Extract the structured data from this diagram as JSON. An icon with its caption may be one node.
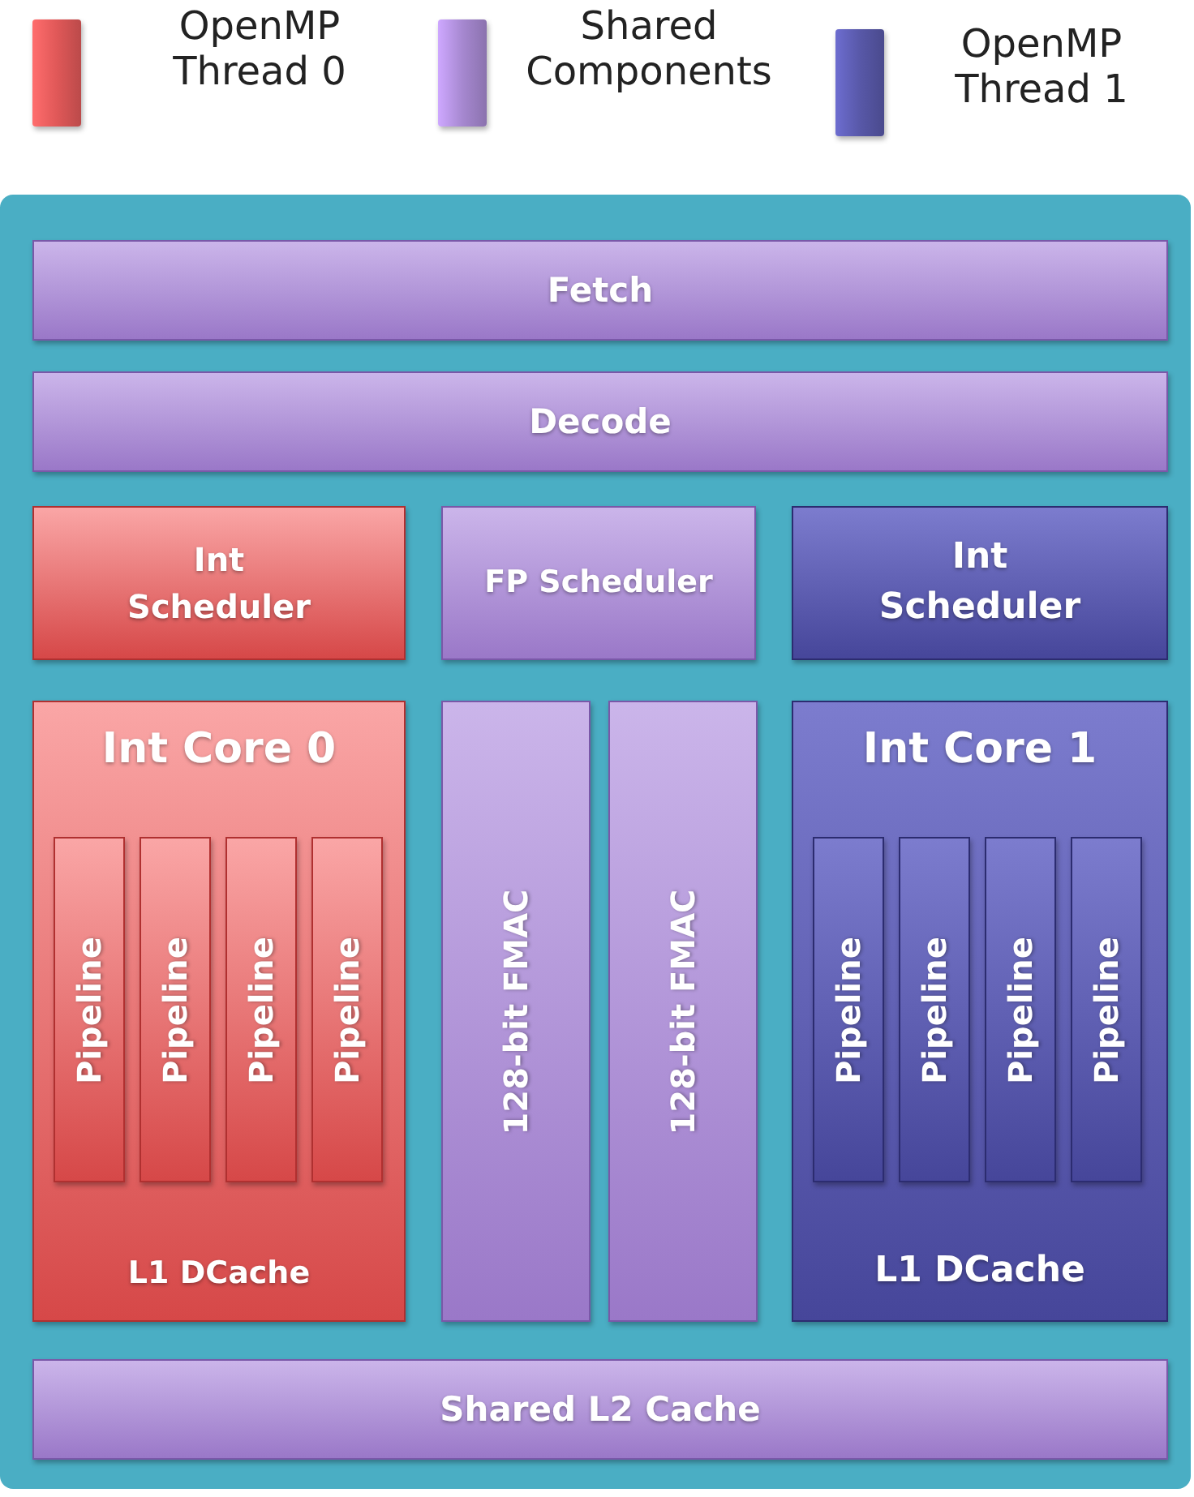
{
  "diagram": {
    "nodes": [
      {
        "text": [],
        "shape": "box"
      },
      {
        "text": [
          "Fetch"
        ],
        "in": 0
      },
      {
        "text": [
          "Decode"
        ],
        "in": 0
      },
      {
        "text": [
          "Int Scheduler"
        ],
        "in": 0
      },
      {
        "text": [
          "FP Scheduler"
        ],
        "in": 0
      },
      {
        "text": [
          "Int Scheduler"
        ],
        "in": 0
      },
      {
        "text": [
          "Int Core 0",
          "L1 DCache"
        ],
        "in": 0
      },
      {
        "text": [
          "Pipeline"
        ],
        "in": 6
      },
      {
        "text": [
          "Pipeline"
        ],
        "in": 6
      },
      {
        "text": [
          "Pipeline"
        ],
        "in": 6
      },
      {
        "text": [
          "Pipeline"
        ],
        "in": 6
      },
      {
        "text": [
          "128-bit FMAC"
        ],
        "in": 0
      },
      {
        "text": [
          "128-bit FMAC"
        ],
        "in": 0
      },
      {
        "text": [
          "Int Core 1",
          "L1 DCache"
        ],
        "in": 0
      },
      {
        "text": [
          "Pipeline"
        ],
        "in": 13
      },
      {
        "text": [
          "Pipeline"
        ],
        "in": 13
      },
      {
        "text": [
          "Pipeline"
        ],
        "in": 13
      },
      {
        "text": [
          "Pipeline"
        ],
        "in": 13
      },
      {
        "text": [
          "Shared L2 Cache"
        ],
        "in": 0
      }
    ],
    "legend": [
      {
        "text": "OpenMP Thread 0",
        "color": "#e05858"
      },
      {
        "text": "Shared Components",
        "color": "#a688d0"
      },
      {
        "text": "OpenMP Thread 1",
        "color": "#5858a8"
      }
    ]
  }
}
